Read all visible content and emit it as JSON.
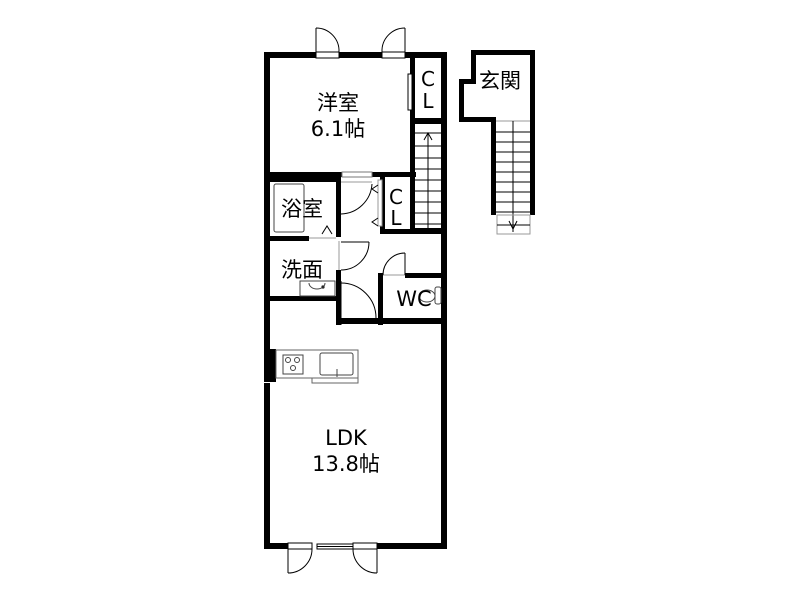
{
  "floorplan": {
    "rooms": {
      "western_room": {
        "name": "洋室",
        "size": "6.1帖"
      },
      "closet_top": {
        "line1": "C",
        "line2": "L"
      },
      "entrance": {
        "name": "玄関"
      },
      "bath": {
        "name": "浴室"
      },
      "closet_mid": {
        "line1": "C",
        "line2": "L"
      },
      "washroom": {
        "name": "洗面"
      },
      "toilet": {
        "name": "WC"
      },
      "ldk": {
        "name": "LDK",
        "size": "13.8帖"
      }
    },
    "colors": {
      "wall": "#000000",
      "line": "#000000",
      "fixture": "#555555",
      "background": "#ffffff"
    }
  }
}
